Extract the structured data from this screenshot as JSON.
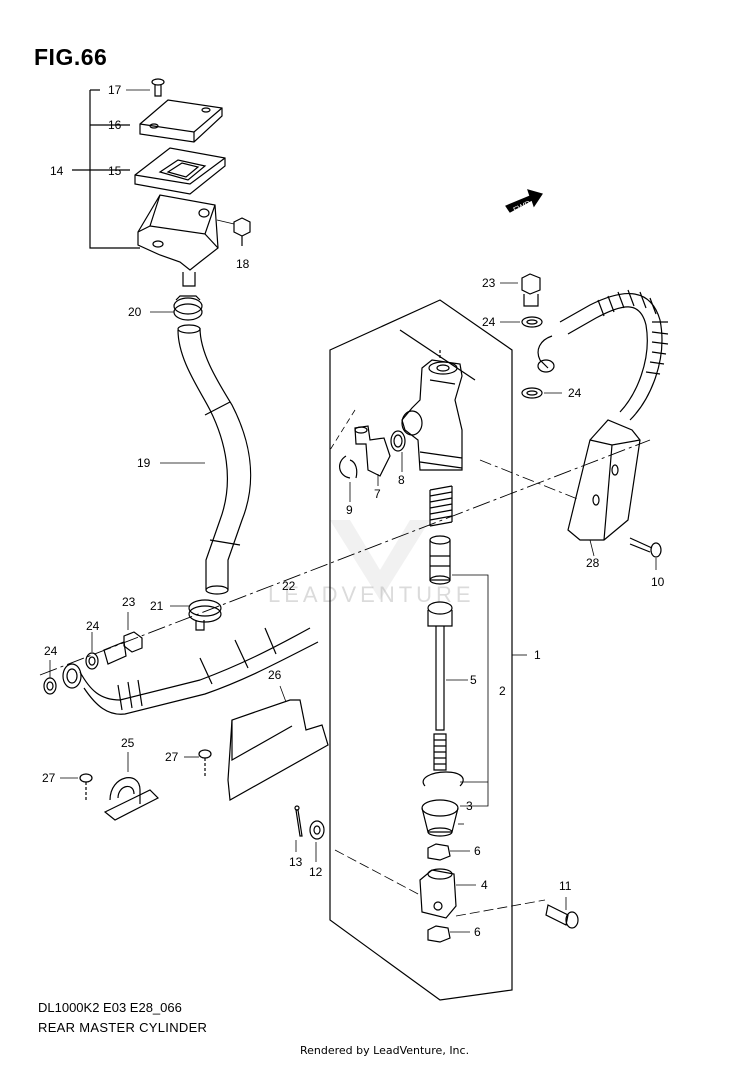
{
  "figure": {
    "title": "FIG.66",
    "code": "DL1000K2 E03 E28_066",
    "caption": "REAR MASTER CYLINDER",
    "render_credit": "Rendered by LeadVenture, Inc.",
    "watermark": "LEADVENTURE",
    "fwd_label": "FWD"
  },
  "callouts": [
    "17",
    "16",
    "15",
    "14",
    "18",
    "20",
    "19",
    "21",
    "22",
    "23",
    "24",
    "24",
    "23",
    "24",
    "24",
    "1",
    "2",
    "3",
    "4",
    "5",
    "6",
    "6",
    "7",
    "8",
    "9",
    "10",
    "11",
    "12",
    "13",
    "25",
    "26",
    "27",
    "27",
    "28"
  ]
}
